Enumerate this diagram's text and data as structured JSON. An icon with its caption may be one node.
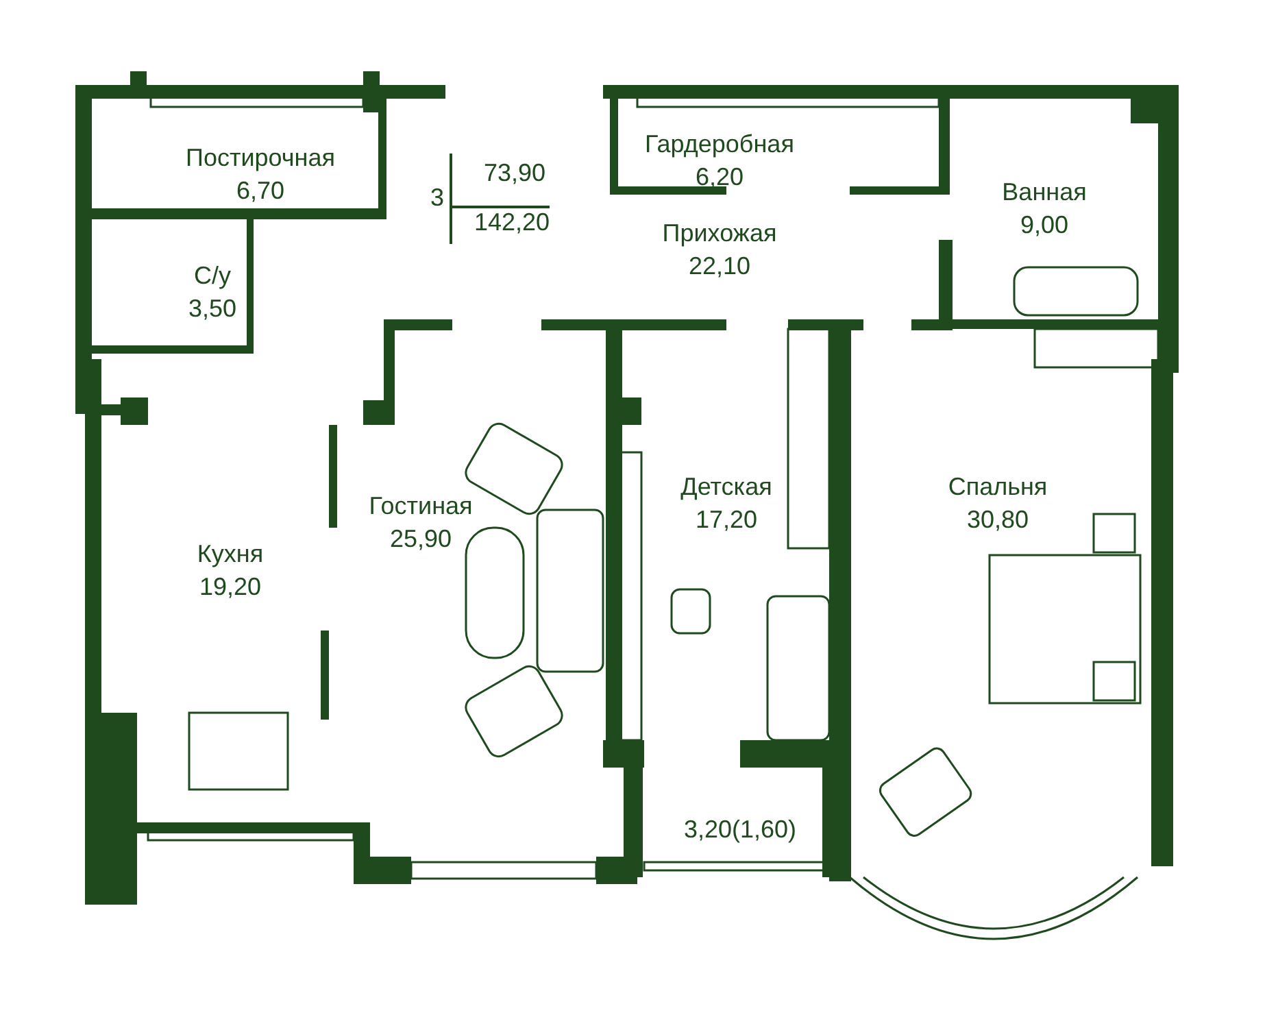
{
  "diagram": {
    "nodes": [
      {
        "text": [
          "Постирочная",
          "6,70"
        ]
      },
      {
        "text": [
          "3",
          "73,90",
          "142,20"
        ]
      },
      {
        "text": [
          "Гардеробная",
          "6,20"
        ]
      },
      {
        "text": [
          "Ванная",
          "9,00"
        ]
      },
      {
        "text": [
          "Прихожая",
          "22,10"
        ]
      },
      {
        "text": [
          "С/у",
          "3,50"
        ]
      },
      {
        "text": [
          "Спальня",
          "30,80"
        ]
      },
      {
        "text": [
          "Детская",
          "17,20"
        ]
      },
      {
        "text": [
          "Гостиная",
          "25,90"
        ]
      },
      {
        "text": [
          "Кухня",
          "19,20"
        ]
      },
      {
        "text": [
          "3,20(1,60)"
        ]
      }
    ]
  }
}
